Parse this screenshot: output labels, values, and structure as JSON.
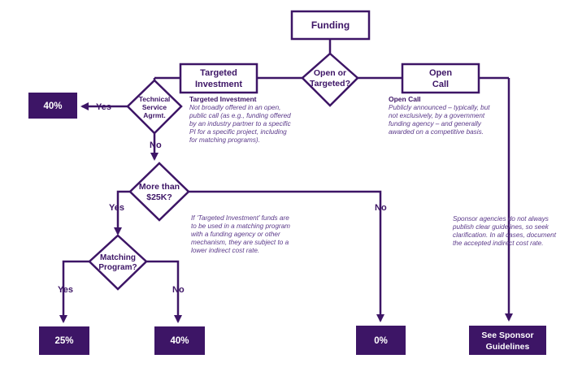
{
  "nodes": {
    "funding": "Funding",
    "open_or_targeted": [
      "Open or",
      "Targeted?"
    ],
    "targeted_investment": [
      "Targeted",
      "Investment"
    ],
    "open_call": [
      "Open",
      "Call"
    ],
    "technical_service": [
      "Technical",
      "Service",
      "Agrmt."
    ],
    "more_than_25k": [
      "More than",
      "$25K?"
    ],
    "matching_program": [
      "Matching",
      "Program?"
    ],
    "result_40_top": "40%",
    "result_25": "25%",
    "result_40_bottom": "40%",
    "result_0": "0%",
    "see_sponsor": [
      "See Sponsor",
      "Guidelines"
    ]
  },
  "edge_labels": {
    "tsa_yes": "Yes",
    "tsa_no": "No",
    "k25_yes": "Yes",
    "k25_no": "No",
    "match_yes": "Yes",
    "match_no": "No"
  },
  "notes": {
    "targeted_title": "Targeted Investment",
    "targeted_body": [
      "Not broadly offered in an open,",
      "public call (as e.g., funding offered",
      "by an industry partner to a specific",
      "PI for a specific project, including",
      "for matching programs)."
    ],
    "open_title": "Open Call",
    "open_body": [
      "Publicly announced – typically, but",
      "not exclusively, by a government",
      "funding agency – and generally",
      "awarded on a competitive basis."
    ],
    "matching_note": [
      "If ‘Targeted Investment’ funds are",
      "to be used in a matching program",
      "with a funding agency or other",
      "mechanism, they are subject to a",
      "lower indirect cost rate."
    ],
    "sponsor_note": [
      "Sponsor agencies do not always",
      "publish clear guidelines, so seek",
      "clarification. In all cases, document",
      "the accepted indirect cost rate."
    ]
  },
  "colors": {
    "purple": "#3d1566",
    "text_italic": "#5b3a8a",
    "background": "#ffffff"
  }
}
